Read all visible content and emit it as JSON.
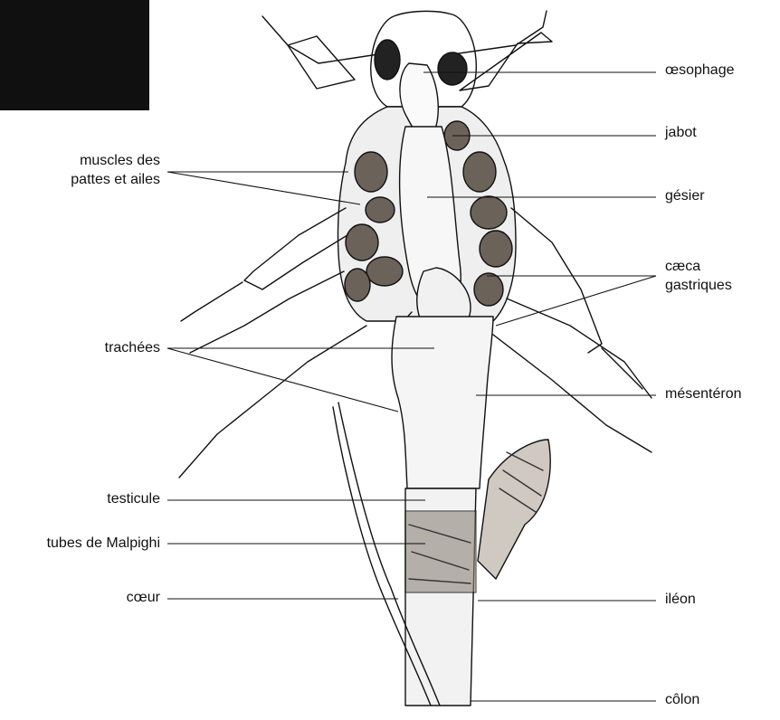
{
  "colors": {
    "background": "#ffffff",
    "ink": "#111111",
    "corner_patch": "#111010",
    "stipple": "#2a2622"
  },
  "labels_left": {
    "muscles": [
      "muscles des",
      "pattes et ailes"
    ],
    "trachees": "trachées",
    "testicule": "testicule",
    "tubes_malpighi": "tubes de Malpighi",
    "coeur": "cœur"
  },
  "labels_right": {
    "oesophage": "œsophage",
    "jabot": "jabot",
    "gesier": "gésier",
    "caeca": [
      "cæca",
      "gastriques"
    ],
    "mesenteron": "mésentéron",
    "ileon": "iléon",
    "colon": "côlon"
  }
}
